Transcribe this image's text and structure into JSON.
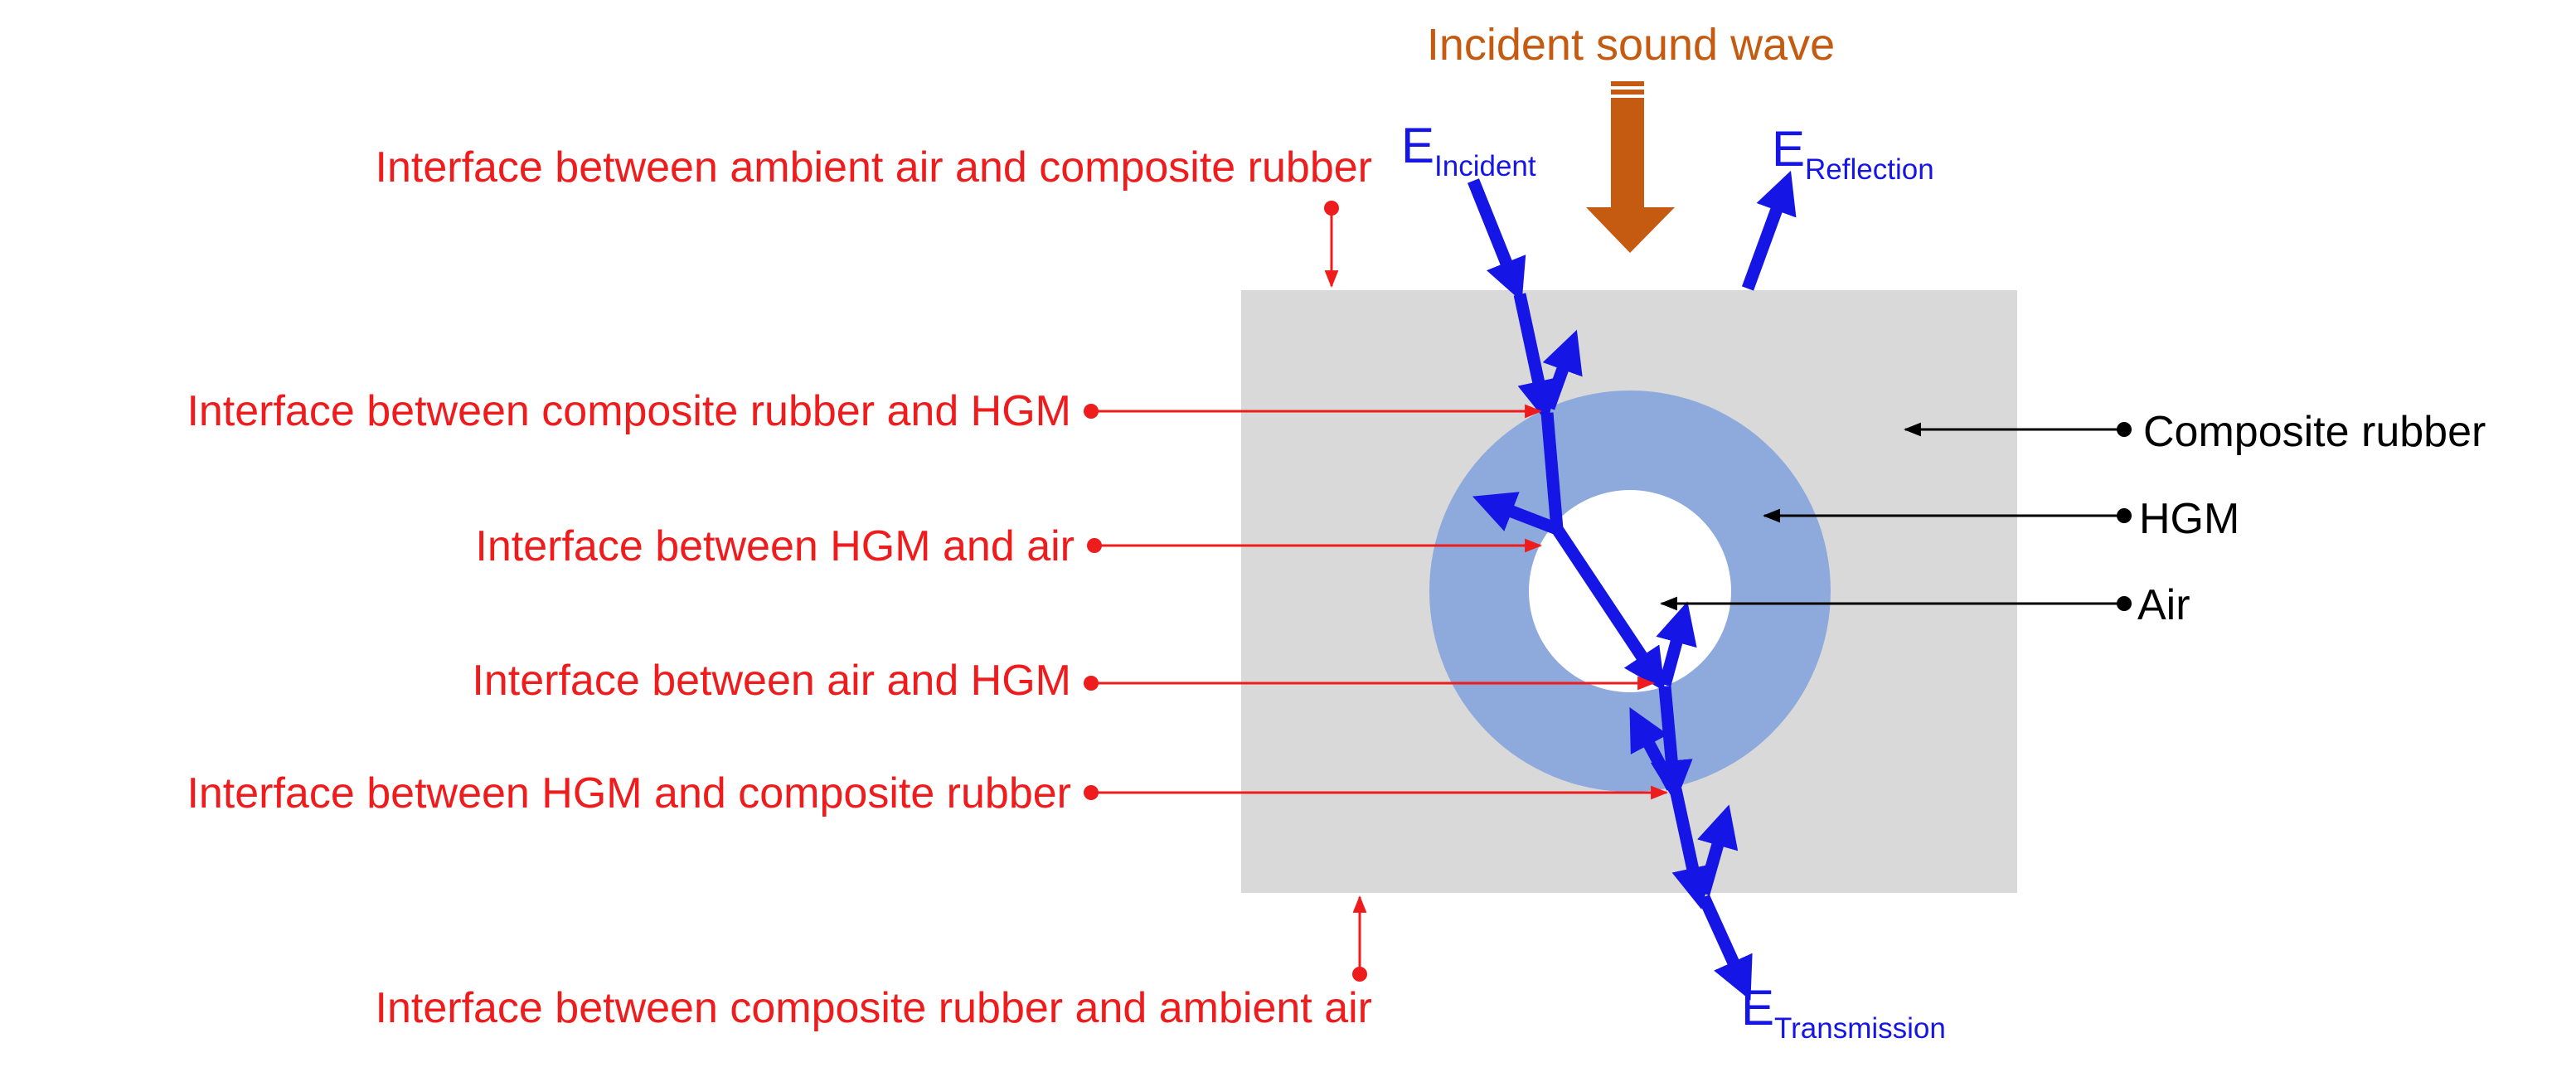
{
  "title": "Incident sound wave",
  "energy_labels": {
    "incident": {
      "symbol": "E",
      "subscript": "Incident"
    },
    "reflection": {
      "symbol": "E",
      "subscript": "Reflection"
    },
    "transmission": {
      "symbol": "E",
      "subscript": "Transmission"
    }
  },
  "interfaces": [
    "Interface between ambient air and composite rubber",
    "Interface between composite rubber and HGM",
    "Interface between HGM and air",
    "Interface between air and HGM",
    "Interface between HGM and composite rubber",
    "Interface between composite rubber and ambient air"
  ],
  "materials": [
    "Composite rubber",
    "HGM",
    "Air"
  ],
  "colors": {
    "interface_label": "#ee1c1c",
    "material_label": "#000000",
    "wave": "#1515e6",
    "incident_arrow": "#c55a11",
    "composite_rubber": "#d9d9d9",
    "hgm": "#8eaadc",
    "air": "#ffffff"
  }
}
